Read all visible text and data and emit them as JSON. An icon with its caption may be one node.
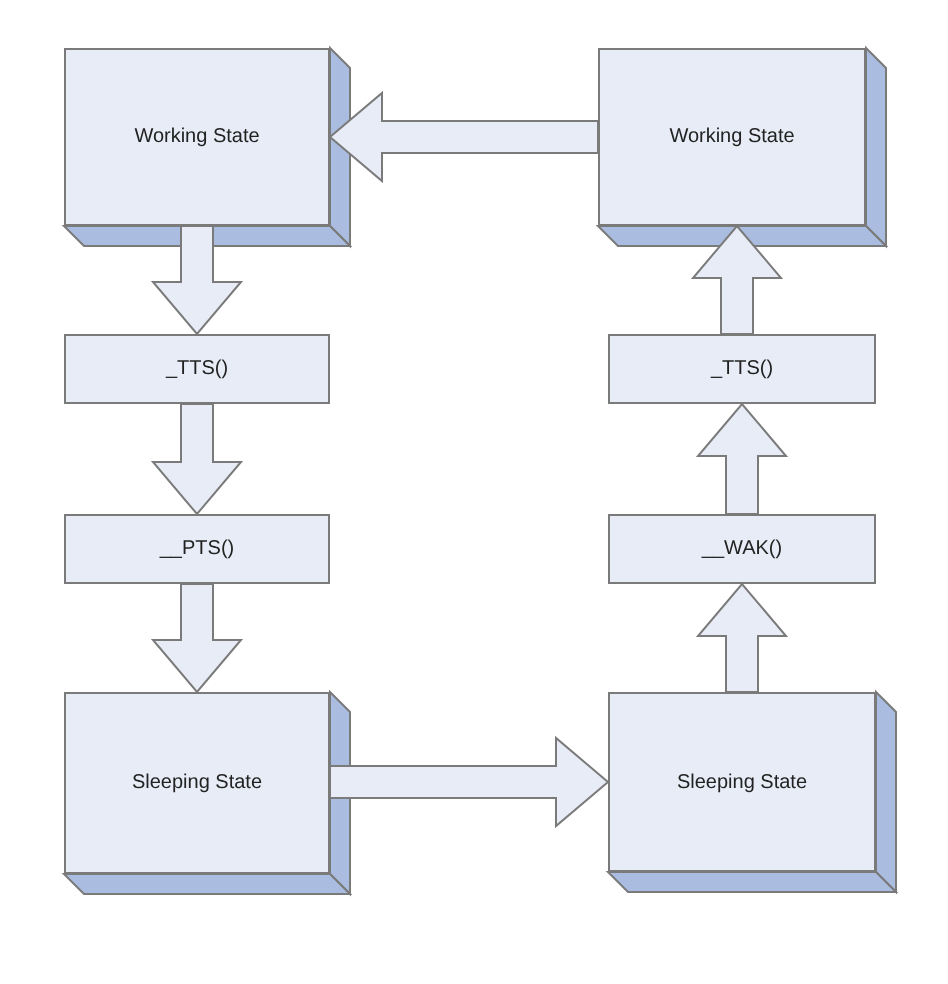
{
  "diagram": {
    "nodes": [
      {
        "text": [
          "Working State"
        ]
      },
      {
        "text": [
          "Working State"
        ]
      },
      {
        "text": [
          "_TTS()"
        ]
      },
      {
        "text": [
          "_TTS()"
        ]
      },
      {
        "text": [
          "__PTS()"
        ]
      },
      {
        "text": [
          "__WAK()"
        ]
      },
      {
        "text": [
          "Sleeping State"
        ]
      },
      {
        "text": [
          "Sleeping State"
        ]
      }
    ],
    "edges": [
      {
        "from": 1,
        "to": 0,
        "arrow": "to"
      },
      {
        "from": 0,
        "to": 2,
        "arrow": "to"
      },
      {
        "from": 2,
        "to": 4,
        "arrow": "to"
      },
      {
        "from": 4,
        "to": 6,
        "arrow": "to"
      },
      {
        "from": 6,
        "to": 7,
        "arrow": "to"
      },
      {
        "from": 7,
        "to": 5,
        "arrow": "to"
      },
      {
        "from": 5,
        "to": 3,
        "arrow": "to"
      },
      {
        "from": 3,
        "to": 1,
        "arrow": "to"
      }
    ]
  }
}
